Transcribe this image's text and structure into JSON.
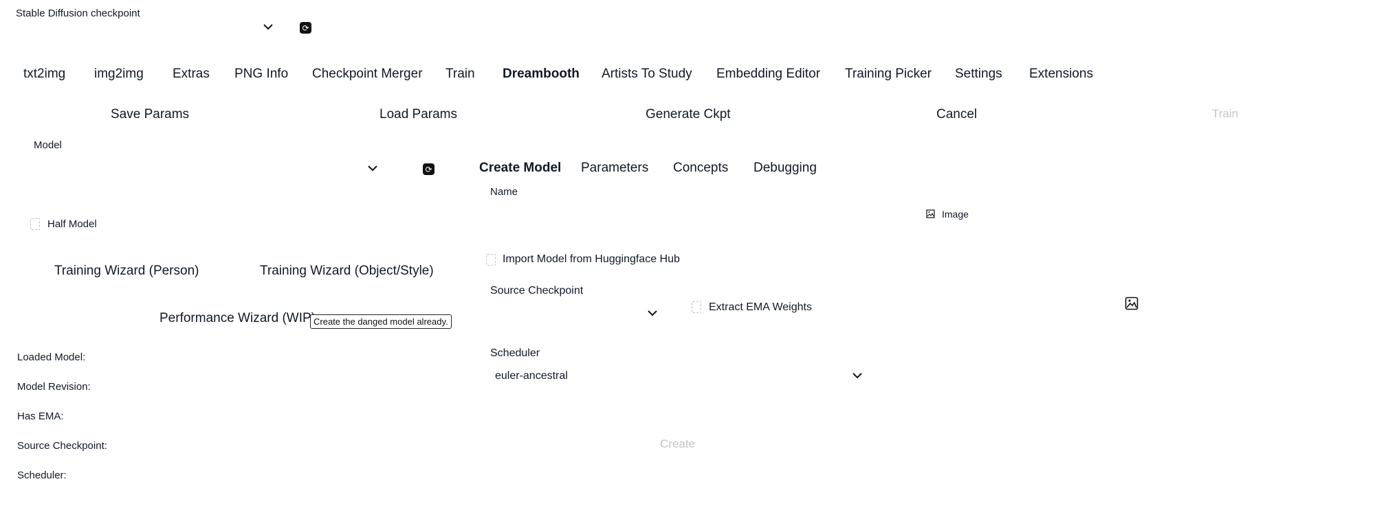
{
  "checkpoint": {
    "label": "Stable Diffusion checkpoint",
    "value": ""
  },
  "tabs": [
    {
      "label": "txt2img"
    },
    {
      "label": "img2img"
    },
    {
      "label": "Extras"
    },
    {
      "label": "PNG Info"
    },
    {
      "label": "Checkpoint Merger"
    },
    {
      "label": "Train"
    },
    {
      "label": "Dreambooth"
    },
    {
      "label": "Artists To Study"
    },
    {
      "label": "Embedding Editor"
    },
    {
      "label": "Training Picker"
    },
    {
      "label": "Settings"
    },
    {
      "label": "Extensions"
    }
  ],
  "actions": {
    "save": "Save Params",
    "load": "Load Params",
    "generate": "Generate Ckpt",
    "cancel": "Cancel",
    "train": "Train"
  },
  "left": {
    "model_label": "Model",
    "half_model": "Half Model",
    "wizard_person": "Training Wizard (Person)",
    "wizard_object": "Training Wizard (Object/Style)",
    "wizard_perf": "Performance Wizard (WIP)",
    "tooltip": "Create the danged model already.",
    "info": {
      "loaded_model": "Loaded Model:",
      "model_revision": "Model Revision:",
      "has_ema": "Has EMA:",
      "source_checkpoint": "Source Checkpoint:",
      "scheduler": "Scheduler:"
    }
  },
  "subtabs": [
    {
      "label": "Create Model"
    },
    {
      "label": "Parameters"
    },
    {
      "label": "Concepts"
    },
    {
      "label": "Debugging"
    }
  ],
  "create": {
    "name_label": "Name",
    "image_label": "Image",
    "import_hub": "Import Model from Huggingface Hub",
    "source_checkpoint_label": "Source Checkpoint",
    "extract_ema": "Extract EMA Weights",
    "scheduler_label": "Scheduler",
    "scheduler_value": "euler-ancestral",
    "create_button": "Create"
  }
}
